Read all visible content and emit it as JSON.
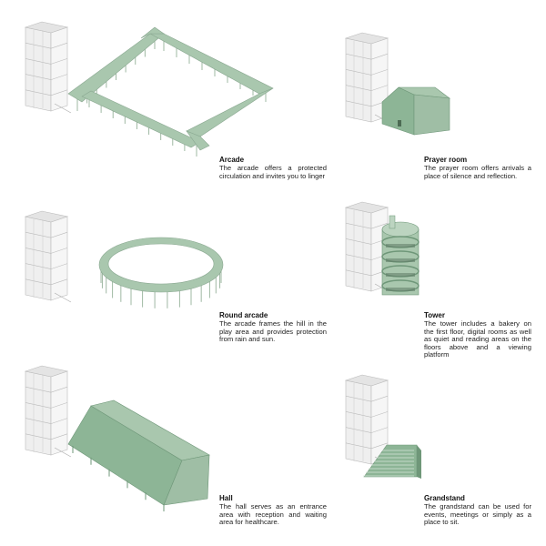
{
  "colors": {
    "green_top": "#a9c7ae",
    "green_side": "#8db596",
    "green_dark": "#6f9779",
    "frame": "#c4c4c4",
    "frame_fill": "#ececec",
    "text": "#222222"
  },
  "items": [
    {
      "title": "Arcade",
      "desc": "The arcade offers a protected circulation and invites you to linger",
      "icon": "arcade-illustration"
    },
    {
      "title": "Prayer room",
      "desc": "The prayer room offers arrivals a place of silence and reflection.",
      "icon": "prayer-room-illustration"
    },
    {
      "title": "Round arcade",
      "desc": "The arcade frames the hill in the play area and provides protection from rain and sun.",
      "icon": "round-arcade-illustration"
    },
    {
      "title": "Tower",
      "desc": "The tower includes a bakery on the first floor, digital rooms as well as quiet and reading areas on the floors above and a viewing platform",
      "icon": "tower-illustration"
    },
    {
      "title": "Hall",
      "desc": "The hall serves as an entrance area with reception and waiting area for healthcare.",
      "icon": "hall-illustration"
    },
    {
      "title": "Grandstand",
      "desc": "The grandstand can be used for events, meetings or simply as a place to sit.",
      "icon": "grandstand-illustration"
    }
  ]
}
